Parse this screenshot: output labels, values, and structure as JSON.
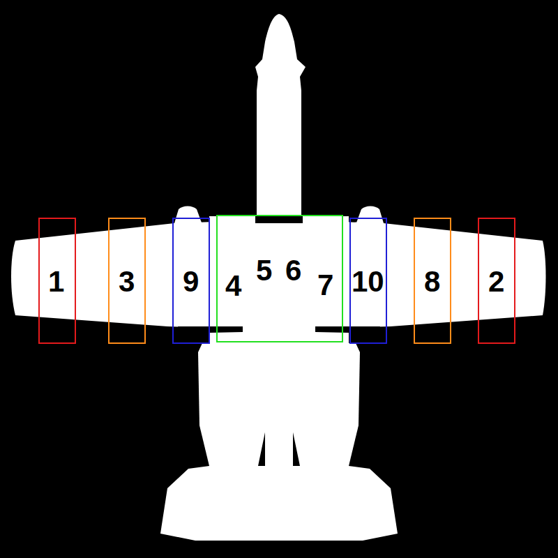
{
  "diagram": {
    "nodes": [
      {
        "text": [
          "1"
        ]
      },
      {
        "text": [
          "3"
        ]
      },
      {
        "text": [
          "9"
        ]
      },
      {
        "text": [
          "4",
          "5",
          "6",
          "7"
        ]
      },
      {
        "text": [
          "10"
        ]
      },
      {
        "text": [
          "8"
        ]
      },
      {
        "text": [
          "2"
        ]
      }
    ]
  }
}
